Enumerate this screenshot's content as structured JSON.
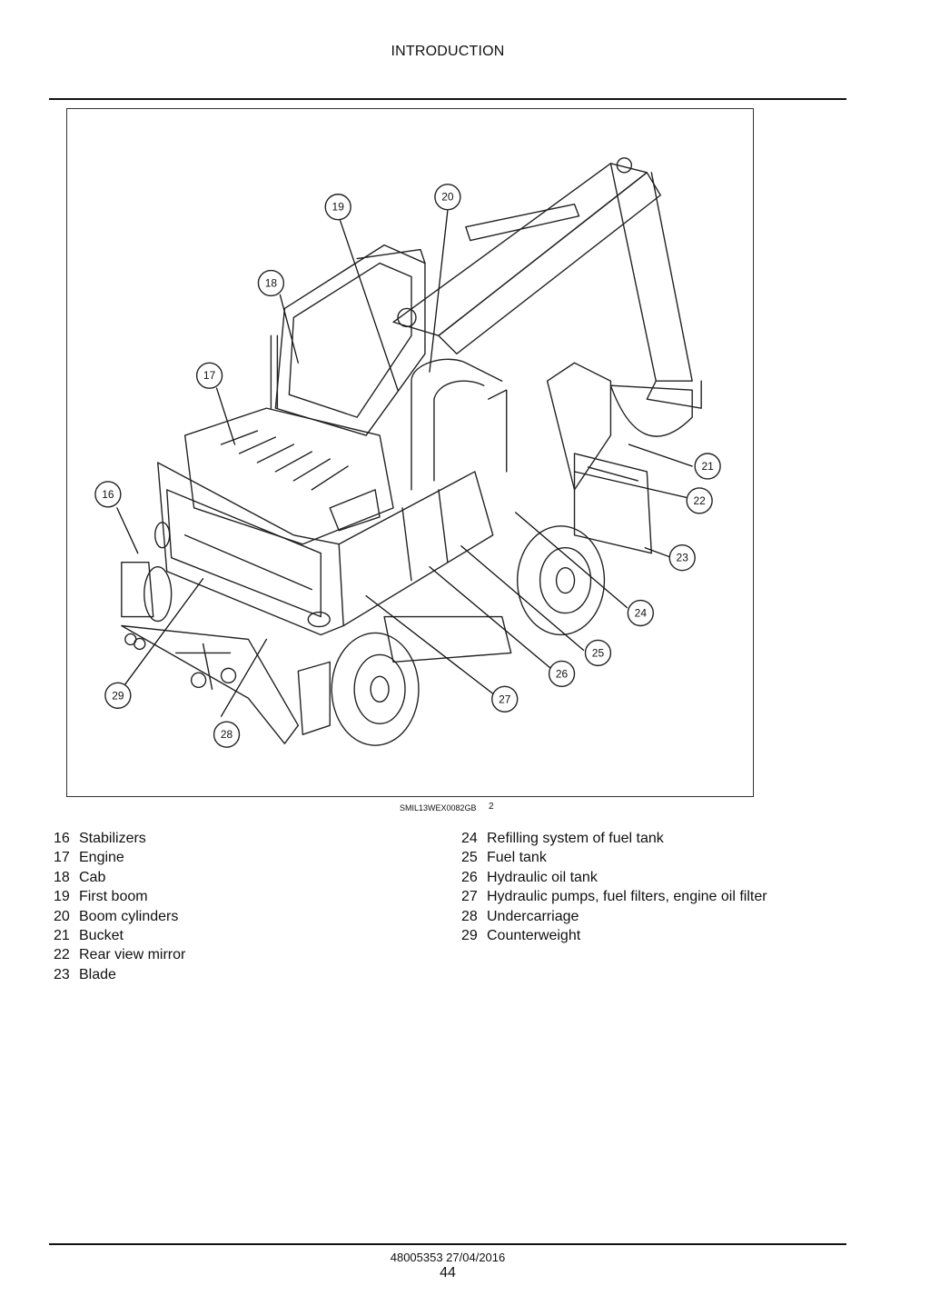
{
  "header": {
    "title": "INTRODUCTION"
  },
  "figure": {
    "caption": "SMIL13WEX0082GB",
    "number": "2",
    "callouts": [
      "16",
      "17",
      "18",
      "19",
      "20",
      "21",
      "22",
      "23",
      "24",
      "25",
      "26",
      "27",
      "28",
      "29"
    ]
  },
  "legend": {
    "col1": [
      {
        "num": "16",
        "label": "Stabilizers"
      },
      {
        "num": "17",
        "label": "Engine"
      },
      {
        "num": "18",
        "label": "Cab"
      },
      {
        "num": "19",
        "label": "First boom"
      },
      {
        "num": "20",
        "label": "Boom cylinders"
      },
      {
        "num": "21",
        "label": "Bucket"
      },
      {
        "num": "22",
        "label": "Rear view mirror"
      },
      {
        "num": "23",
        "label": "Blade"
      }
    ],
    "col2": [
      {
        "num": "24",
        "label": "Refilling system of fuel tank"
      },
      {
        "num": "25",
        "label": "Fuel tank"
      },
      {
        "num": "26",
        "label": "Hydraulic oil tank"
      },
      {
        "num": "27",
        "label": "Hydraulic pumps, fuel filters, engine oil filter"
      },
      {
        "num": "28",
        "label": "Undercarriage"
      },
      {
        "num": "29",
        "label": "Counterweight"
      }
    ]
  },
  "footer": {
    "doc_ref": "48005353 27/04/2016",
    "page": "44"
  }
}
